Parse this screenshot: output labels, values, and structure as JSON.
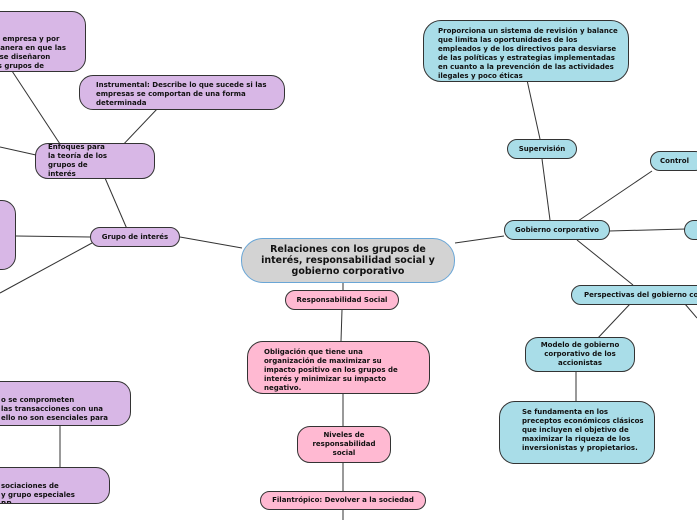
{
  "central_topic": "Relaciones con los grupos de interés, responsabilidad social y gobierno corporativo",
  "left": {
    "grupo_interes": "Grupo de interés",
    "enfoques": "Enfoques para la teoría de los grupos de interés",
    "instrumental": "Instrumental: Describe lo que sucede si las empresas se comportan de una forma determinada",
    "top_partial": "al\n la empresa y por\n manera en que las\ns se diseñaron\nos grupos de",
    "comprometen_partial": "o se comprometen\n las transacciones con una\nello no son esenciales para\na",
    "asociaciones_partial": "sociaciones de\n y grupo especiales\nRP"
  },
  "middle": {
    "responsabilidad": "Responsabilidad Social",
    "obligacion": "Obligación que tiene una organización de maximizar su impacto positivo en los grupos de interés y minimizar su impacto negativo.",
    "niveles": "Niveles de responsabilidad social",
    "filantropico": "Filantrópico: Devolver a la sociedad"
  },
  "right": {
    "gobierno": "Gobierno corporativo",
    "supervision": "Supervisión",
    "supervision_desc": "Proporciona un sistema de revisión y balance que limita las oportunidades de los empleados y de los directivos para desviarse de las políticas y estrategias implementadas en cuanto a la prevención de las actividades ilegales y poco éticas",
    "control": "Control",
    "perspectivas": "Perspectivas del gobierno co",
    "modelo": "Modelo de gobierno corporativo de los accionistas",
    "modelo_desc": "Se fundamenta en los preceptos económicos clásicos  que incluyen el objetivo de maximizar la riqueza de los inversionistas y propietarios."
  },
  "colors": {
    "left_branch": "#d8b7e6",
    "right_branch": "#a9dde8",
    "middle_branch": "#ffb9d2",
    "central": "#d3d3d3",
    "central_border": "#6aa6d6"
  }
}
